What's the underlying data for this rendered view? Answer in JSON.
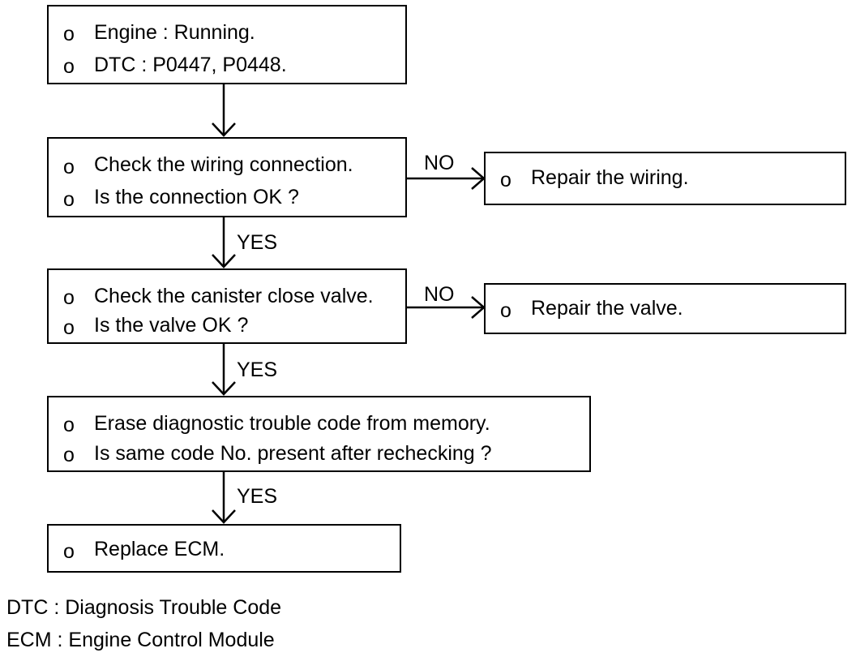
{
  "flow": {
    "bullet": "o",
    "step1": {
      "lines": [
        "Engine : Running.",
        "DTC : P0447, P0448."
      ]
    },
    "step2": {
      "lines": [
        "Check the wiring connection.",
        "Is the connection OK ?"
      ],
      "no_label": "NO",
      "no_action": "Repair the wiring.",
      "yes_label": "YES"
    },
    "step3": {
      "lines": [
        "Check the canister close valve.",
        "Is the valve OK ?"
      ],
      "no_label": "NO",
      "no_action": "Repair the valve.",
      "yes_label": "YES"
    },
    "step4": {
      "lines": [
        "Erase diagnostic trouble code from memory.",
        "Is same code No. present after rechecking ?"
      ],
      "yes_label": "YES"
    },
    "step5": {
      "lines": [
        "Replace ECM."
      ]
    }
  },
  "legend": [
    "DTC : Diagnosis Trouble Code",
    "ECM : Engine Control Module"
  ]
}
